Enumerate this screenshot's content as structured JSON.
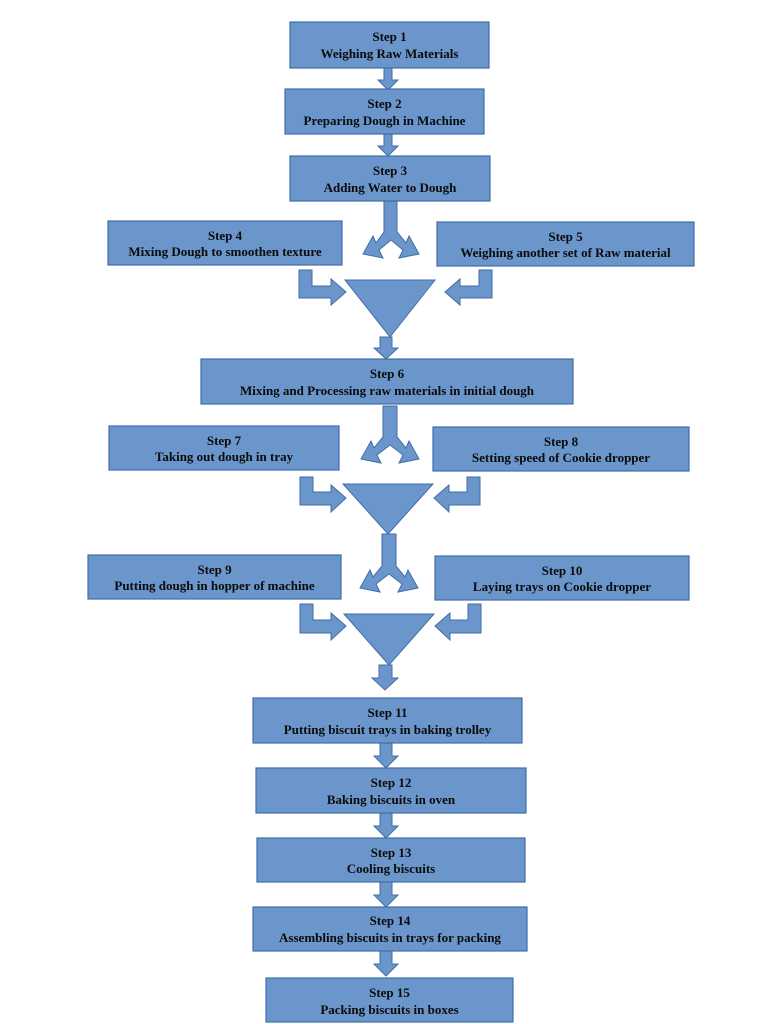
{
  "steps": [
    {
      "step": "Step 1",
      "text": "Weighing Raw Materials"
    },
    {
      "step": "Step 2",
      "text": "Preparing Dough in Machine"
    },
    {
      "step": "Step 3",
      "text": "Adding Water to Dough"
    },
    {
      "step": "Step 4",
      "text": "Mixing Dough to smoothen texture"
    },
    {
      "step": "Step 5",
      "text": "Weighing another set of Raw material"
    },
    {
      "step": "Step 6",
      "text": "Mixing and Processing raw materials in initial dough"
    },
    {
      "step": "Step 7",
      "text": "Taking out dough in tray"
    },
    {
      "step": "Step 8",
      "text": "Setting speed of Cookie dropper"
    },
    {
      "step": "Step 9",
      "text": "Putting dough in hopper of machine"
    },
    {
      "step": "Step 10",
      "text": "Laying trays on Cookie dropper"
    },
    {
      "step": "Step 11",
      "text": "Putting biscuit trays in baking trolley"
    },
    {
      "step": "Step 12",
      "text": "Baking biscuits in oven"
    },
    {
      "step": "Step 13",
      "text": "Cooling biscuits"
    },
    {
      "step": "Step 14",
      "text": "Assembling biscuits in trays for packing"
    },
    {
      "step": "Step 15",
      "text": "Packing biscuits in boxes"
    }
  ],
  "colors": {
    "box_fill": "#6b96cb",
    "box_stroke": "#3f6ea6",
    "text": "#0b0b0b"
  }
}
